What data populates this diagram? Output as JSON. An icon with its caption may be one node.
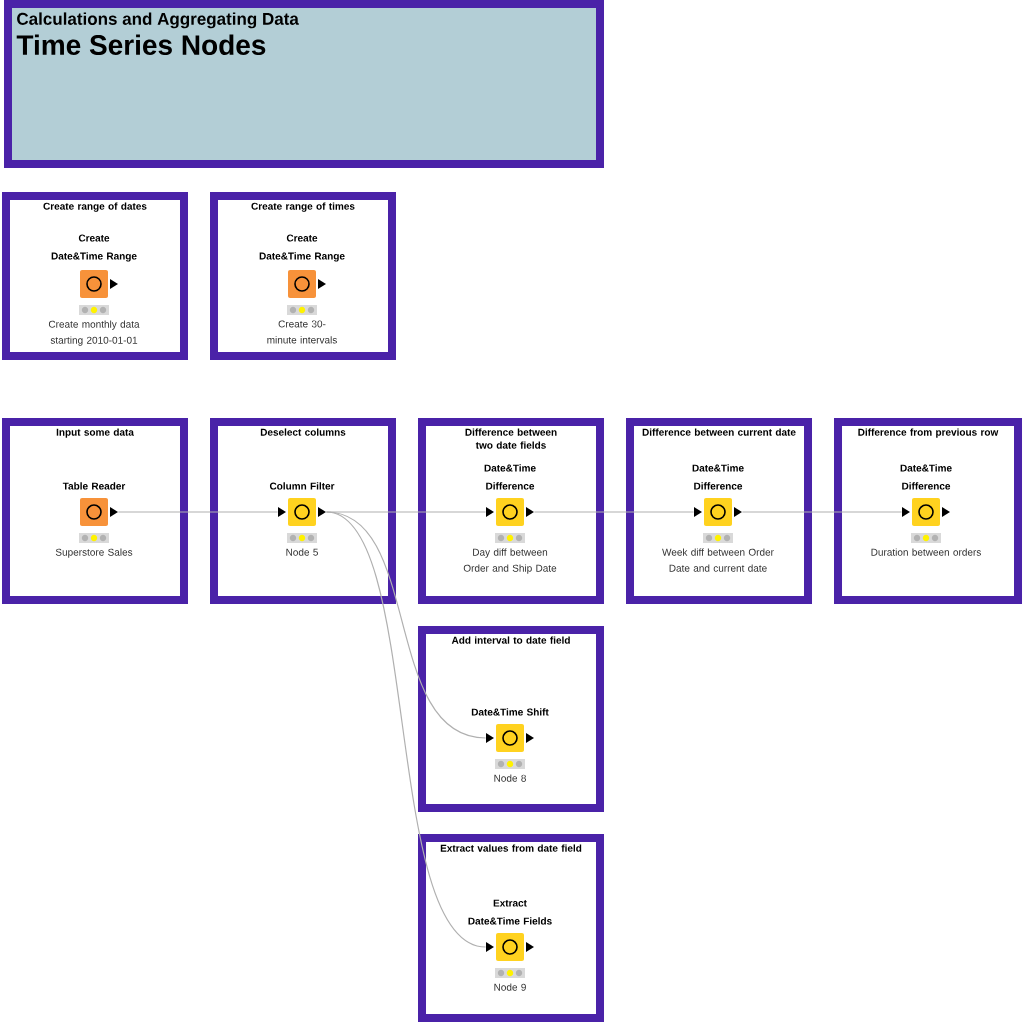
{
  "diagram": {
    "nodes": [
      {
        "text": [
          "Calculations and Aggregating Data",
          "Time Series Nodes"
        ]
      },
      {
        "text": [
          "Create range of dates"
        ]
      },
      {
        "text": [
          "Create Date&Time Range",
          "Create monthly data starting 2010-01-01"
        ],
        "in": 1
      },
      {
        "text": [
          "Create range of times"
        ]
      },
      {
        "text": [
          "Create Date&Time Range",
          "Create 30-minute intervals"
        ],
        "in": 3
      },
      {
        "text": [
          "Input some data"
        ]
      },
      {
        "text": [
          "Table Reader",
          "Superstore Sales"
        ],
        "in": 5
      },
      {
        "text": [
          "Deselect columns"
        ]
      },
      {
        "text": [
          "Column Filter",
          "Node 5"
        ],
        "in": 7
      },
      {
        "text": [
          "Difference between two date fields"
        ]
      },
      {
        "text": [
          "Date&Time Difference",
          "Day diff between Order and Ship Date"
        ],
        "in": 9
      },
      {
        "text": [
          "Difference between current date"
        ]
      },
      {
        "text": [
          "Date&Time Difference",
          "Week diff between Order Date and current date"
        ],
        "in": 11
      },
      {
        "text": [
          "Difference from previous row"
        ]
      },
      {
        "text": [
          "Date&Time Difference",
          "Duration between orders"
        ],
        "in": 13
      },
      {
        "text": [
          "Add interval to date field"
        ]
      },
      {
        "text": [
          "Date&Time Shift",
          "Node 8"
        ],
        "in": 15
      },
      {
        "text": [
          "Extract values from date field"
        ]
      },
      {
        "text": [
          "Extract Date&Time Fields",
          "Node 9"
        ],
        "in": 17
      }
    ],
    "edges": [
      {
        "from": 6,
        "to": 8,
        "arrow": "none"
      },
      {
        "from": 8,
        "to": 10,
        "arrow": "none"
      },
      {
        "from": 10,
        "to": 12,
        "arrow": "none"
      },
      {
        "from": 12,
        "to": 14,
        "arrow": "none"
      },
      {
        "from": 8,
        "to": 16,
        "arrow": "none"
      },
      {
        "from": 8,
        "to": 18,
        "arrow": "none"
      }
    ]
  }
}
